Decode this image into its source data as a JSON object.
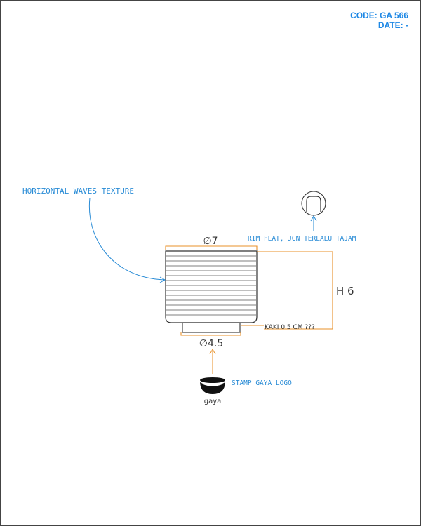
{
  "header": {
    "code_label": "CODE:",
    "code_value": "GA 566",
    "date_label": "DATE:",
    "date_value": "-"
  },
  "annotations": {
    "texture": "HORIZONTAL WAVES TEXTURE",
    "rim": "RIM FLAT, JGN TERLALU TAJAM",
    "stamp": "STAMP GAYA LOGO",
    "foot": "KAKI 0.5 CM ???"
  },
  "dimensions": {
    "top_diameter": "∅7",
    "foot_diameter": "∅4.5",
    "height": "H 6"
  },
  "logo": {
    "text": "gaya"
  },
  "colors": {
    "note_blue": "#2a8cd6",
    "dimension_orange": "#e8912a",
    "outline": "#333333"
  }
}
